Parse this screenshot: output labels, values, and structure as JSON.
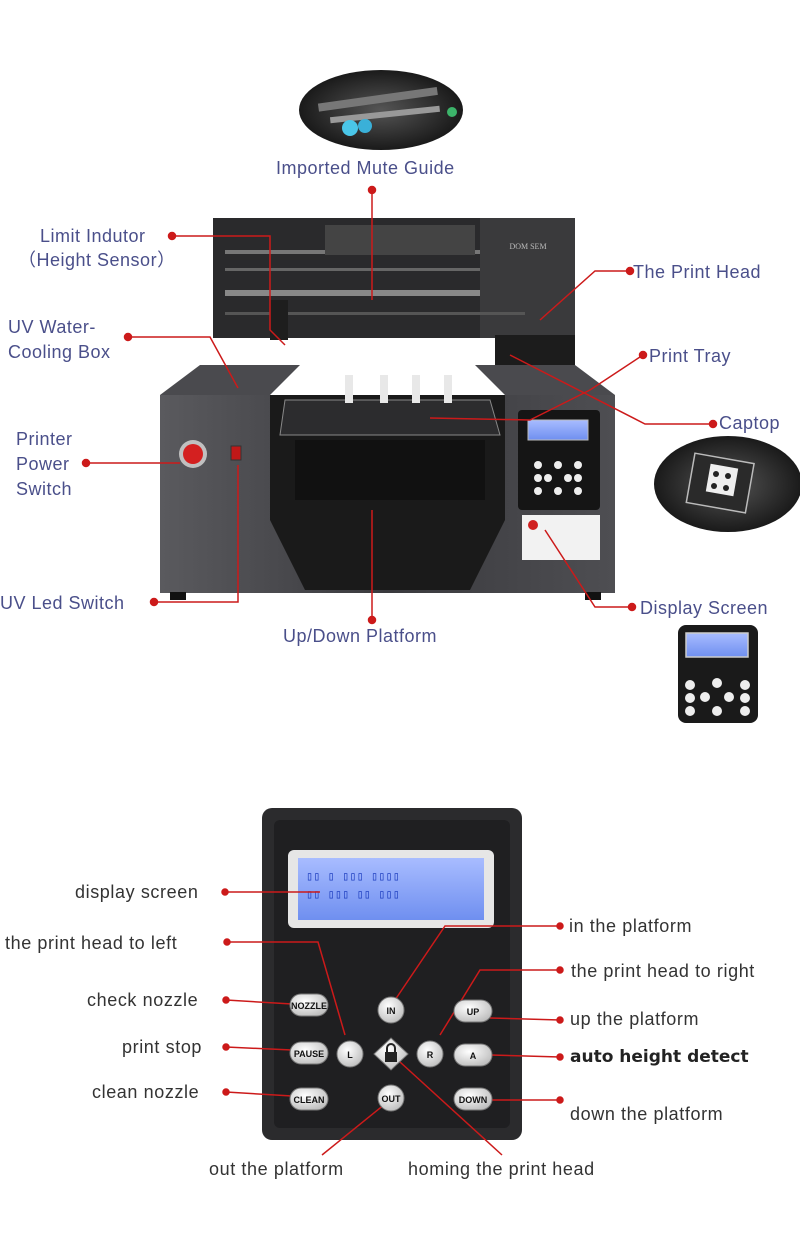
{
  "top_labels": {
    "imported_mute_guide": "Imported  Mute  Guide",
    "limit_inductor_l1": "Limit  Indutor",
    "limit_inductor_l2": "（Height  Sensor）",
    "uv_cooling_l1": "UV  Water-",
    "uv_cooling_l2": "Cooling Box",
    "power_l1": "Printer",
    "power_l2": "Power",
    "power_l3": "Switch",
    "uv_led_switch": "UV  Led  Switch",
    "up_down_platform": "Up/Down  Platform",
    "print_head": "The  Print  Head",
    "print_tray": "Print  Tray",
    "captop": "Captop",
    "display_screen": "Display  Screen"
  },
  "printer": {
    "brand": "DOM SEM"
  },
  "panel_labels": {
    "display_screen": "display  screen",
    "head_left": "the  print  head  to  left",
    "check_nozzle": "check  nozzle",
    "print_stop": "print  stop",
    "clean_nozzle": "clean  nozzle",
    "out_platform": "out  the  platform",
    "homing": "homing  the  print  head",
    "in_platform": "in  the  platform",
    "head_right": "the  print  head  to  right",
    "up_platform": "up  the  platform",
    "auto_height": "auto height detect",
    "down_platform": "down  the  platform"
  },
  "keys": {
    "nozzle": "NOZZLE",
    "pause": "PAUSE",
    "clean": "CLEAN",
    "in": "IN",
    "out": "OUT",
    "left": "L",
    "right": "R",
    "up": "UP",
    "a": "A",
    "down": "DOWN"
  },
  "colors": {
    "label_top": "#4a4f8a",
    "label_bottom": "#333333",
    "leader": "#cc1a1a",
    "lcd": "#8fa8ff"
  }
}
